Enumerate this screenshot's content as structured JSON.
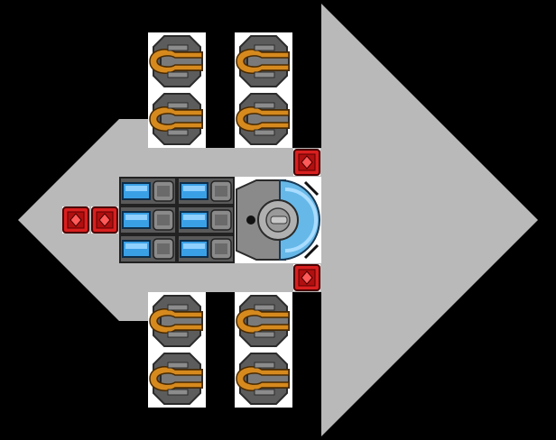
{
  "colors": {
    "background": "#000000",
    "hull": "#b9b9b9",
    "gun_body": "#6e6e6e",
    "gun_accent": "#d68a1e",
    "tank_glass": "#3aa0e6",
    "armor_red": "#d91f1f",
    "core_glass": "#66b8e8"
  },
  "ship": {
    "hull_shape": "arrow",
    "weapons": [
      {
        "type": "gun-turret",
        "icon": "orange-gun-turret-icon"
      },
      {
        "type": "gun-turret",
        "icon": "orange-gun-turret-icon"
      },
      {
        "type": "gun-turret",
        "icon": "orange-gun-turret-icon"
      },
      {
        "type": "gun-turret",
        "icon": "orange-gun-turret-icon"
      },
      {
        "type": "gun-turret",
        "icon": "orange-gun-turret-icon"
      },
      {
        "type": "gun-turret",
        "icon": "orange-gun-turret-icon"
      },
      {
        "type": "gun-turret",
        "icon": "orange-gun-turret-icon"
      },
      {
        "type": "gun-turret",
        "icon": "orange-gun-turret-icon"
      }
    ],
    "armor": [
      {
        "type": "red-armor",
        "icon": "red-armor-block-icon"
      },
      {
        "type": "red-armor",
        "icon": "red-armor-block-icon"
      },
      {
        "type": "red-armor",
        "icon": "red-armor-block-icon"
      },
      {
        "type": "red-armor",
        "icon": "red-armor-block-icon"
      }
    ],
    "fuel_tanks": [
      {
        "type": "fuel-tank",
        "icon": "blue-fuel-tank-icon"
      },
      {
        "type": "fuel-tank",
        "icon": "blue-fuel-tank-icon"
      },
      {
        "type": "fuel-tank",
        "icon": "blue-fuel-tank-icon"
      },
      {
        "type": "fuel-tank",
        "icon": "blue-fuel-tank-icon"
      },
      {
        "type": "fuel-tank",
        "icon": "blue-fuel-tank-icon"
      },
      {
        "type": "fuel-tank",
        "icon": "blue-fuel-tank-icon"
      }
    ],
    "core": {
      "type": "cockpit-core",
      "icon": "cockpit-core-icon"
    }
  }
}
